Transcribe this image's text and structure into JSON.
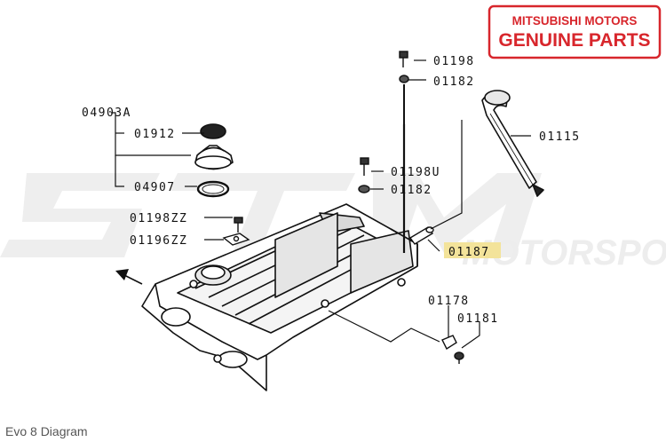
{
  "badge": {
    "line1": "MITSUBISHI MOTORS",
    "line2": "GENUINE PARTS",
    "color": "#d8262c"
  },
  "watermark": {
    "text": "MOTORSPORTS INC."
  },
  "caption": "Evo 8 Diagram",
  "parts": {
    "p04903A": "04903A",
    "p01912": "01912",
    "p04907": "04907",
    "p01198ZZ": "01198ZZ",
    "p01196ZZ": "01196ZZ",
    "p01198_top": "01198",
    "p01182_top": "01182",
    "p01115": "01115",
    "p01198U": "01198U",
    "p01182_mid": "01182",
    "p01187": "01187",
    "p01178": "01178",
    "p01181": "01181"
  },
  "highlight_color": "#f3e39a"
}
